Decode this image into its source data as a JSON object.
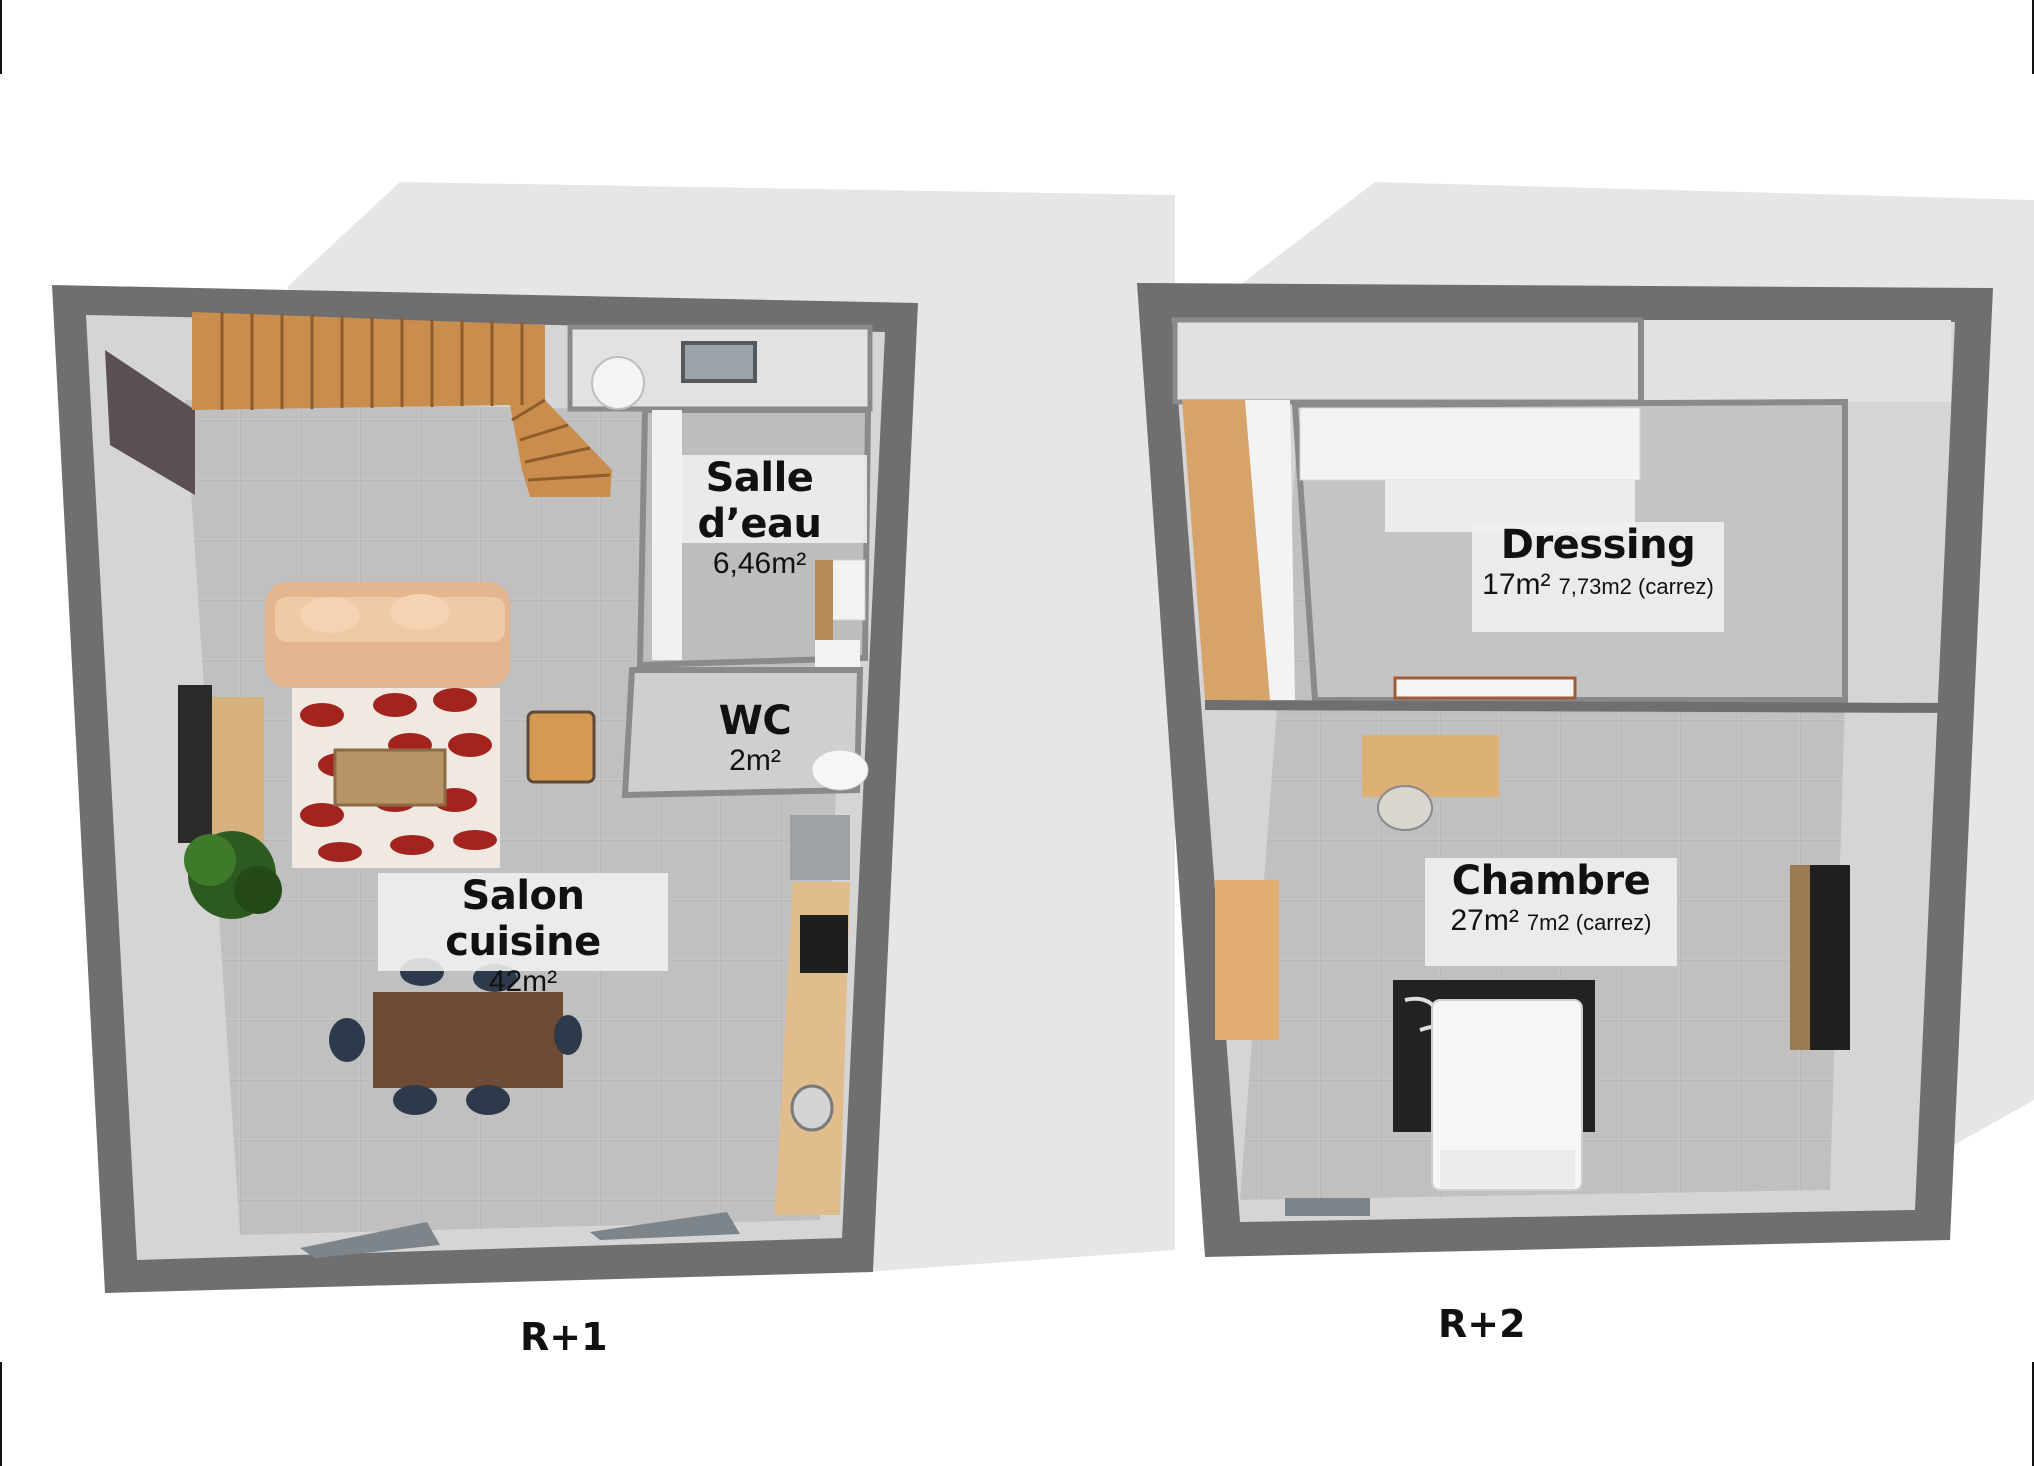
{
  "floors": [
    {
      "title": "R+1",
      "rooms": [
        {
          "name": "Salle d’eau",
          "area": "6,46m²",
          "extra": ""
        },
        {
          "name": "WC",
          "area": "2m²",
          "extra": ""
        },
        {
          "name": "Salon cuisine",
          "area": "42m²",
          "extra": ""
        }
      ]
    },
    {
      "title": "R+2",
      "rooms": [
        {
          "name": "Dressing",
          "area": "17m²",
          "extra": "7,73m2 (carrez)"
        },
        {
          "name": "Chambre",
          "area": "27m²",
          "extra": "7m2 (carrez)"
        }
      ]
    }
  ],
  "colors": {
    "wall": "#6e6e6e",
    "floor_tile": "#c4c4c4",
    "shadow": "#e9e9e9",
    "wood": "#d9a36a",
    "rug_red": "#a3241f"
  }
}
